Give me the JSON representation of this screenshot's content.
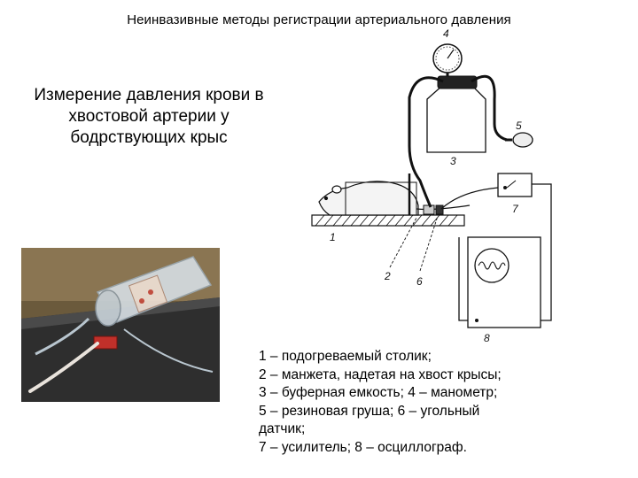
{
  "title": "Неинвазивные методы регистрации артериального давления",
  "subtitle": {
    "lines": [
      "Измерение давления крови в",
      "хвостовой артерии у",
      "бодрствующих крыс"
    ]
  },
  "legend": {
    "lines": [
      "1 – подогреваемый столик;",
      "2 – манжета, надетая на хвост крысы;",
      "3 – буферная емкость; 4 – манометр;",
      "5 – резиновая груша;  6 – угольный",
      "датчик;",
      "7 – усилитель; 8 – осциллограф."
    ]
  },
  "diagram": {
    "labels": [
      "1",
      "2",
      "3",
      "4",
      "5",
      "6",
      "7",
      "8"
    ]
  },
  "colors": {
    "photo_bg": "#6b5a3c",
    "table_mat": "#2e2e2e",
    "tube": "#b9c6cf",
    "sensor": "#c0302a"
  }
}
